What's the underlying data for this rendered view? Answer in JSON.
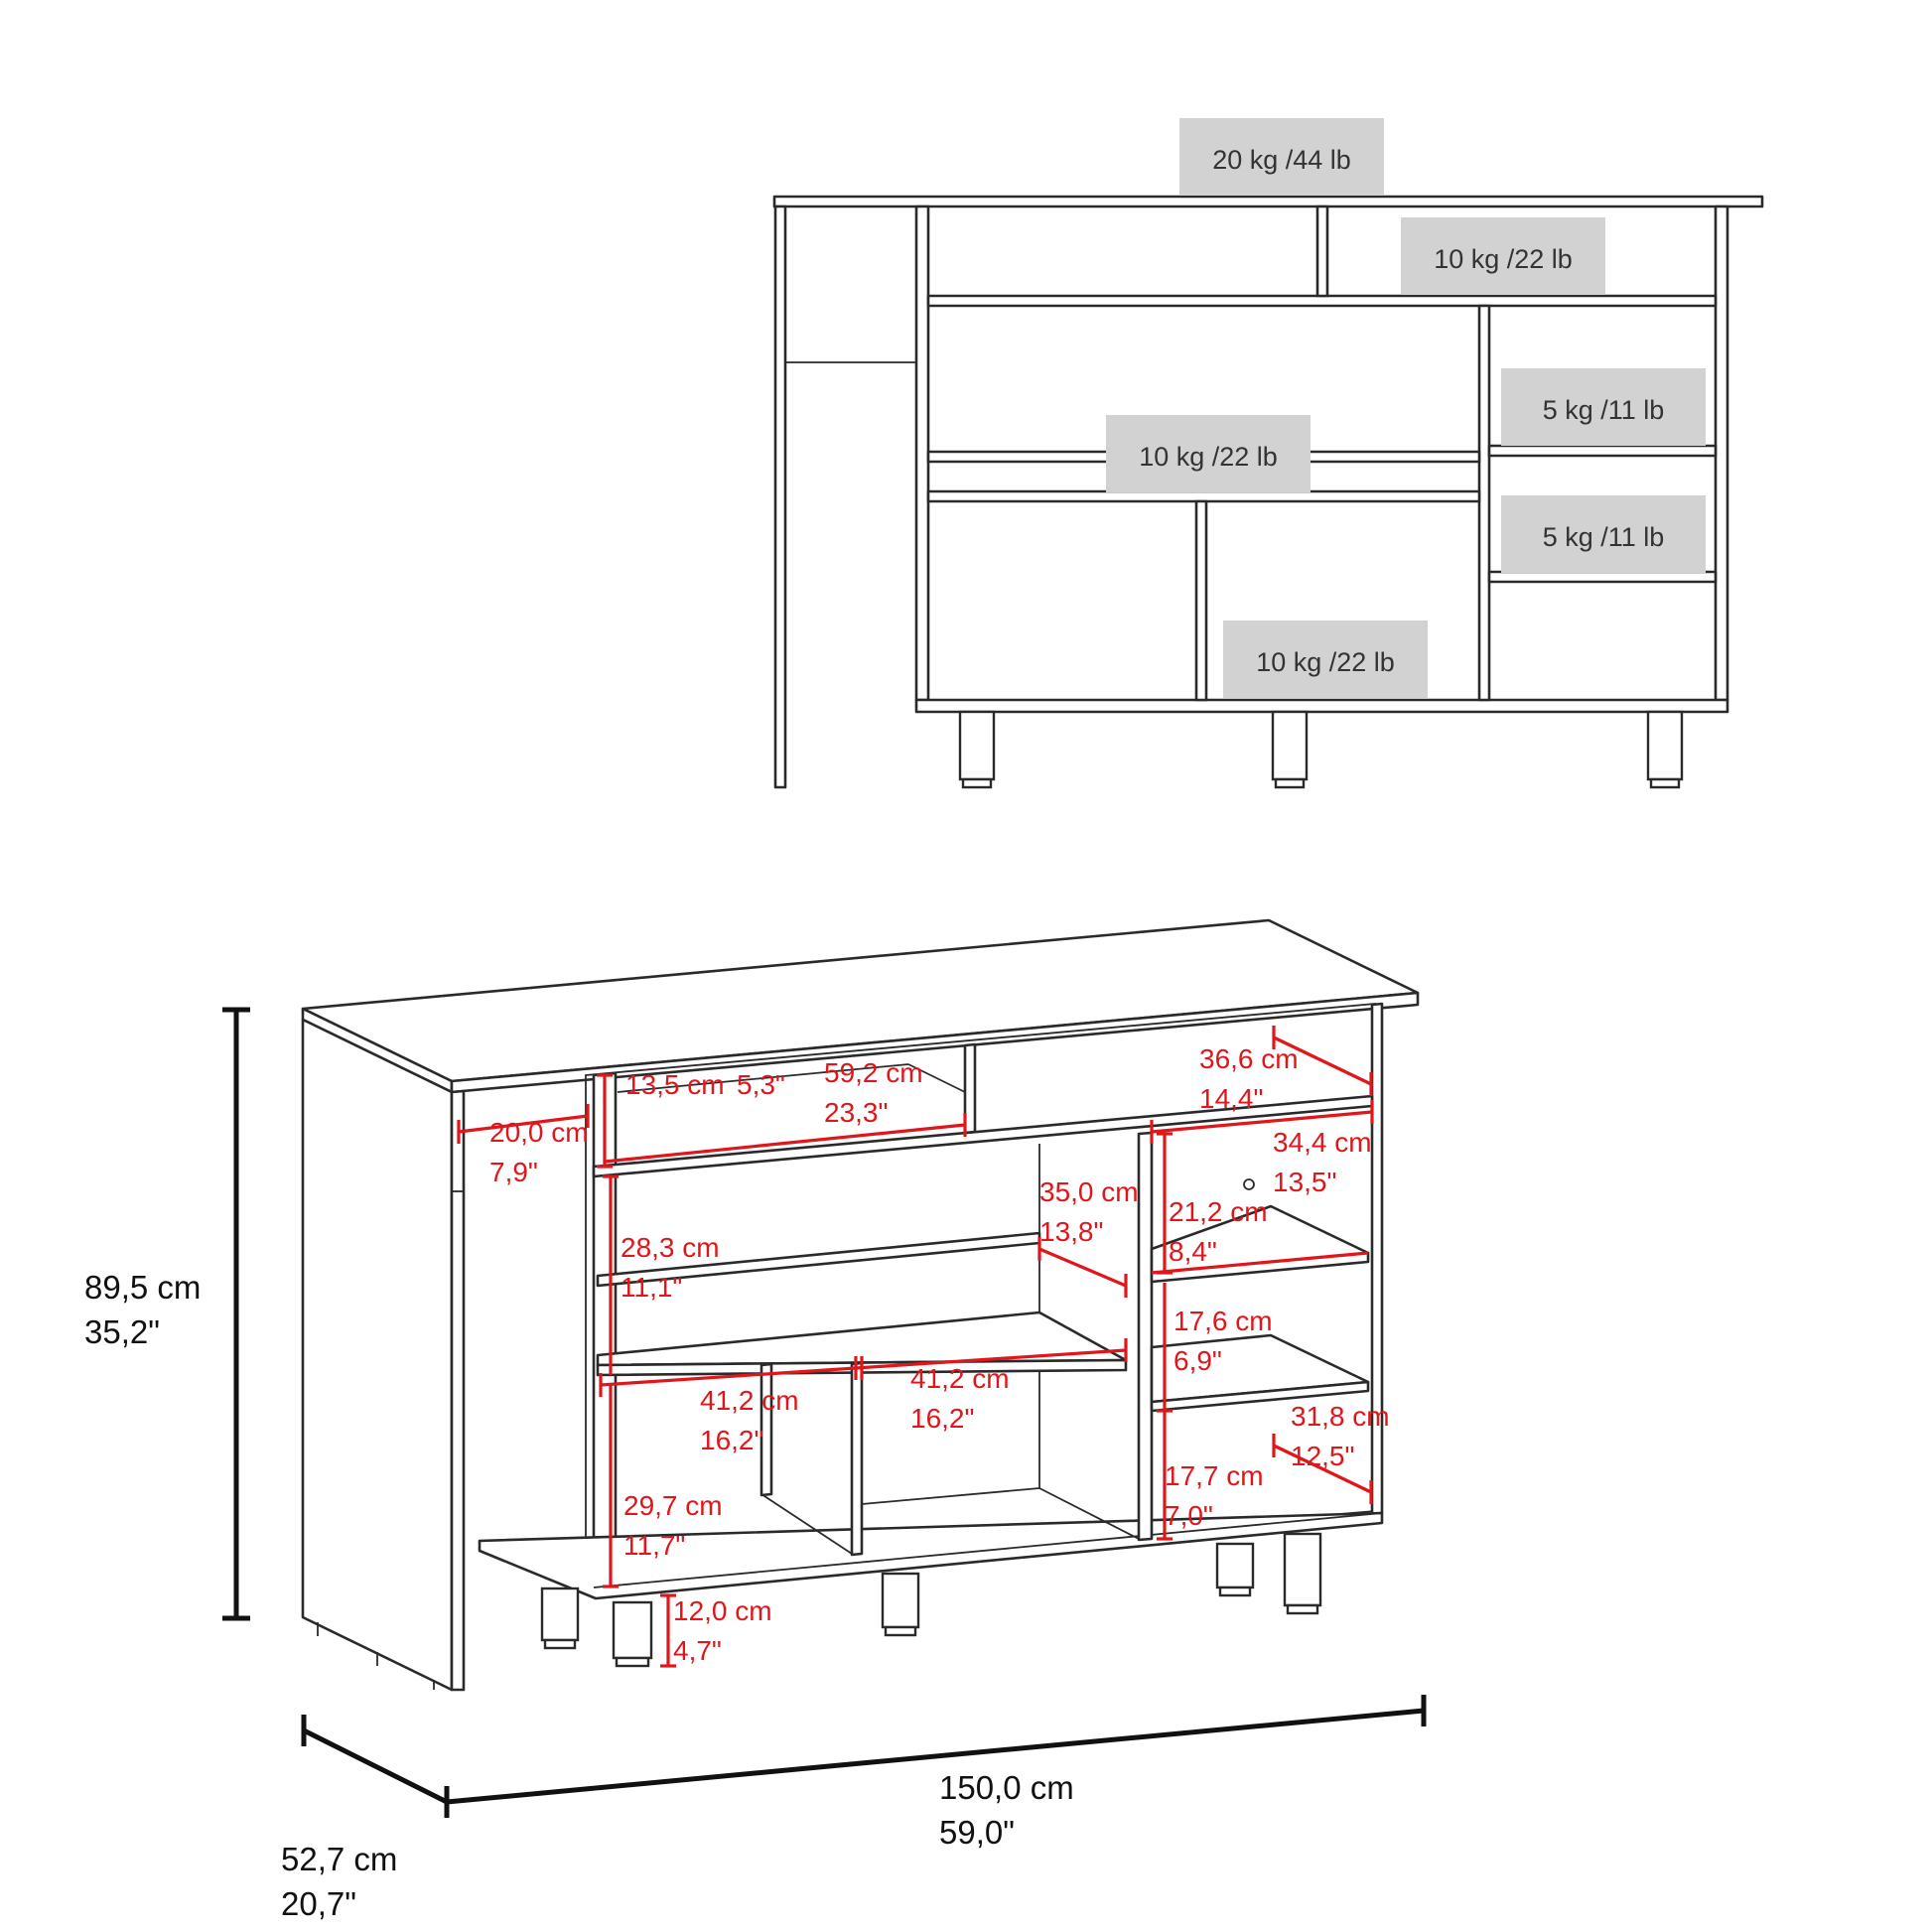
{
  "weights": {
    "top": "20 kg /44 lb",
    "upper_right": "10 kg /22 lb",
    "middle_shelf": "10 kg /22 lb",
    "right_shelf_1": "5 kg /11 lb",
    "right_shelf_2": "5 kg /11 lb",
    "bottom_center": "10 kg /22 lb"
  },
  "inner_dims": {
    "d20": {
      "cm": "20,0 cm",
      "in": "7,9\""
    },
    "d13": {
      "cm": "13,5 cm",
      "in": "5,3\""
    },
    "d59": {
      "cm": "59,2 cm",
      "in": "23,3\""
    },
    "d36": {
      "cm": "36,6 cm",
      "in": "14,4\""
    },
    "d34": {
      "cm": "34,4 cm",
      "in": "13,5\""
    },
    "d35": {
      "cm": "35,0 cm",
      "in": "13,8\""
    },
    "d21": {
      "cm": "21,2 cm",
      "in": "8,4\""
    },
    "d28": {
      "cm": "28,3 cm",
      "in": "11,1\""
    },
    "d17a": {
      "cm": "17,6 cm",
      "in": "6,9\""
    },
    "d41a": {
      "cm": "41,2 cm",
      "in": "16,2\""
    },
    "d41b": {
      "cm": "41,2 cm",
      "in": "16,2\""
    },
    "d31": {
      "cm": "31,8 cm",
      "in": "12,5\""
    },
    "d17b": {
      "cm": "17,7 cm",
      "in": "7,0\""
    },
    "d29": {
      "cm": "29,7 cm",
      "in": "11,7\""
    },
    "d12": {
      "cm": "12,0 cm",
      "in": "4,7\""
    }
  },
  "overall_dims": {
    "height": {
      "cm": "89,5 cm",
      "in": "35,2\""
    },
    "depth": {
      "cm": "52,7 cm",
      "in": "20,7\""
    },
    "width": {
      "cm": "150,0 cm",
      "in": "59,0\""
    }
  }
}
